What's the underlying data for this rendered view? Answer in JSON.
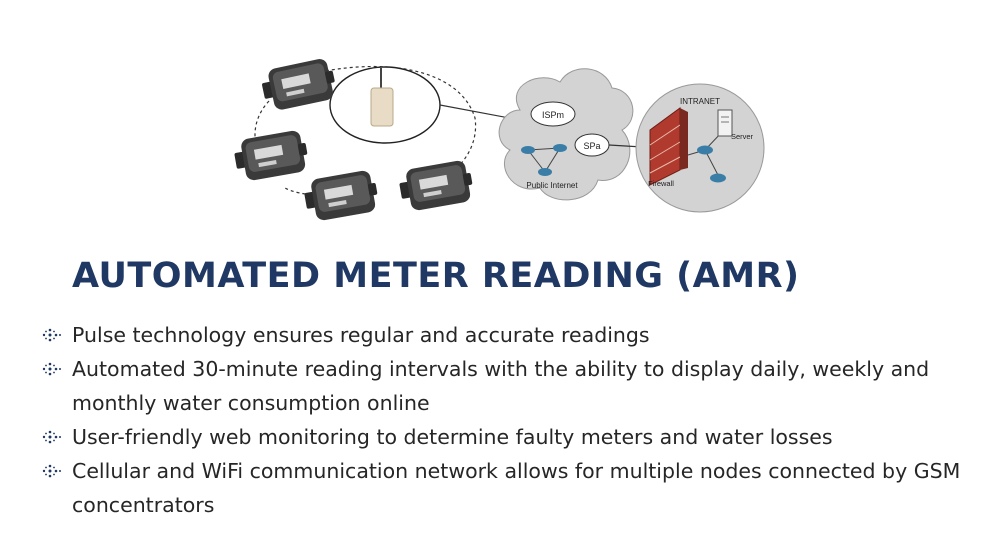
{
  "diagram": {
    "labels": {
      "ispm": "ISPm",
      "spa": "SPa",
      "public_internet": "Public Internet",
      "intranet": "INTRANET",
      "firewall": "Firewall",
      "server": "Server"
    }
  },
  "title": "AUTOMATED METER READING (AMR)",
  "bullets": [
    "Pulse technology ensures regular and accurate readings",
    "Automated 30-minute reading intervals with the ability to display daily, weekly and monthly water consumption online",
    "User-friendly web monitoring to determine faulty meters and water losses",
    "Cellular and WiFi communication network allows for multiple nodes connected by GSM concentrators"
  ],
  "colors": {
    "title": "#1f3864",
    "text": "#262626",
    "bullet": "#1f3864"
  }
}
